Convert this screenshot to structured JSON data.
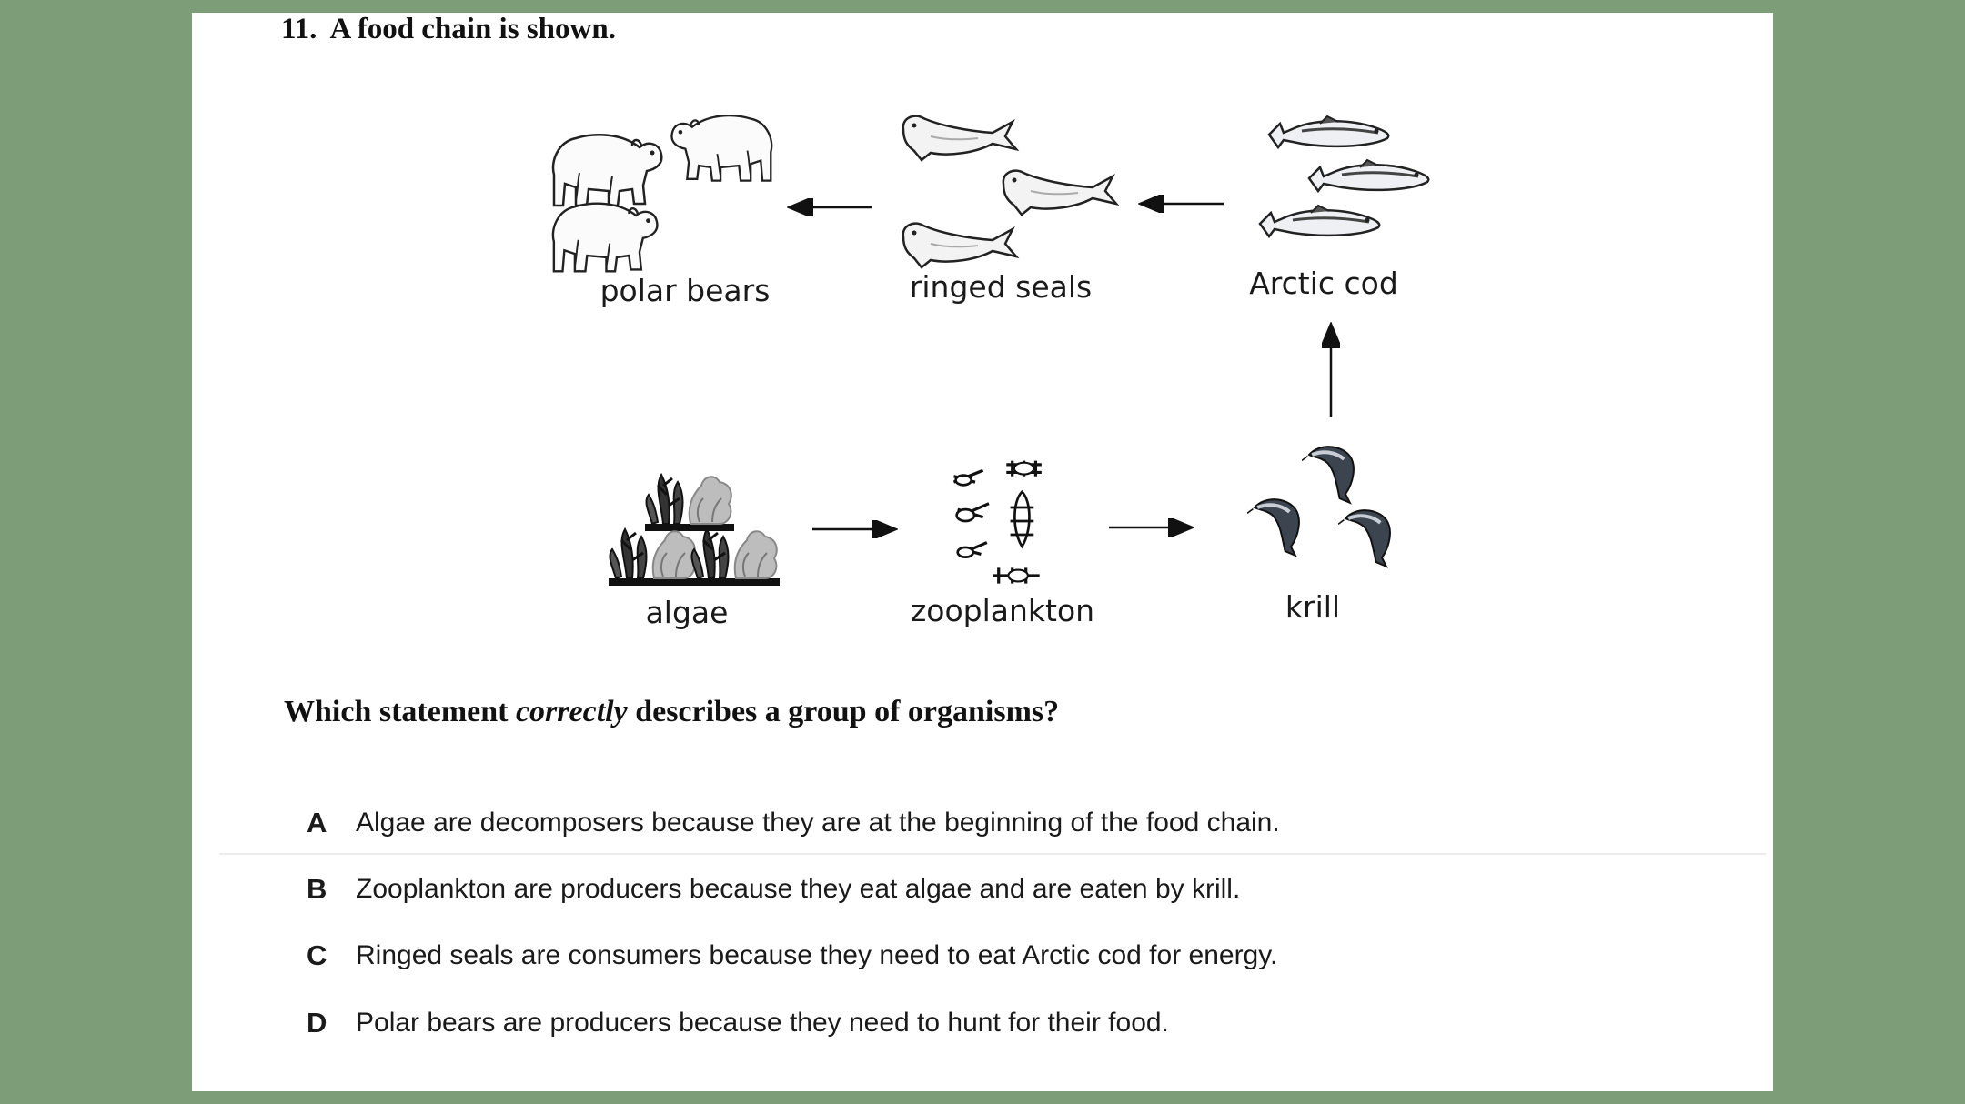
{
  "question": {
    "number": "11.",
    "title": "A food chain is shown.",
    "prompt_before": "Which statement ",
    "prompt_emphasis": "correctly",
    "prompt_after": " describes a group of organisms?"
  },
  "food_chain": {
    "organisms": {
      "polar_bears": "polar bears",
      "ringed_seals": "ringed seals",
      "arctic_cod": "Arctic cod",
      "algae": "algae",
      "zooplankton": "zooplankton",
      "krill": "krill"
    }
  },
  "options": [
    {
      "letter": "A",
      "text": "Algae are decomposers because they are at the beginning of the food chain."
    },
    {
      "letter": "B",
      "text": "Zooplankton are producers because they eat algae and are eaten by krill."
    },
    {
      "letter": "C",
      "text": "Ringed seals are consumers because they need to eat Arctic cod for energy."
    },
    {
      "letter": "D",
      "text": "Polar bears are producers because they need to hunt for their food."
    }
  ]
}
